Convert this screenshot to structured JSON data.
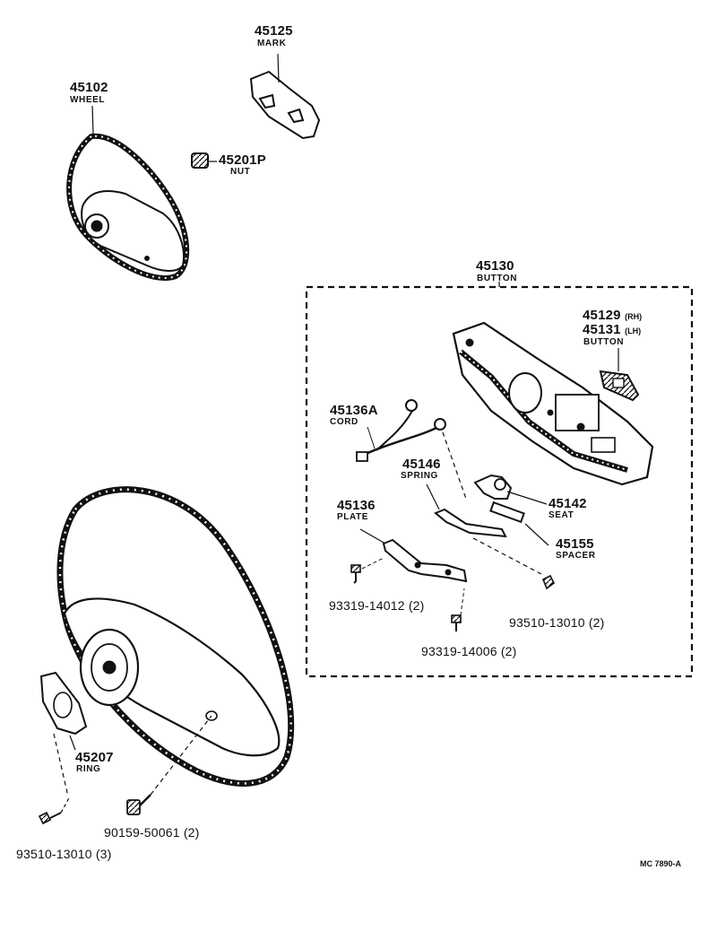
{
  "parts": {
    "mark": {
      "number": "45125",
      "name": "MARK"
    },
    "wheel": {
      "number": "45102",
      "name": "WHEEL"
    },
    "nut": {
      "number": "45201P",
      "name": "NUT"
    },
    "button_assy": {
      "number": "45130",
      "name": "BUTTON"
    },
    "button_rh_lh": {
      "number_rh": "45129",
      "suffix_rh": "(RH)",
      "number_lh": "45131",
      "suffix_lh": "(LH)",
      "name": "BUTTON"
    },
    "cord": {
      "number": "45136A",
      "name": "CORD"
    },
    "spring": {
      "number": "45146",
      "name": "SPRING"
    },
    "seat": {
      "number": "45142",
      "name": "SEAT"
    },
    "plate": {
      "number": "45136",
      "name": "PLATE"
    },
    "spacer": {
      "number": "45155",
      "name": "SPACER"
    },
    "screw_a": {
      "number": "93319-14012 (2)"
    },
    "screw_b": {
      "number": "93510-13010 (2)"
    },
    "screw_c": {
      "number": "93319-14006 (2)"
    },
    "ring": {
      "number": "45207",
      "name": "RING"
    },
    "bolt": {
      "number": "90159-50061 (2)"
    },
    "screw_d": {
      "number": "93510-13010 (3)"
    }
  },
  "footer": {
    "ref": "MC 7890-A"
  }
}
